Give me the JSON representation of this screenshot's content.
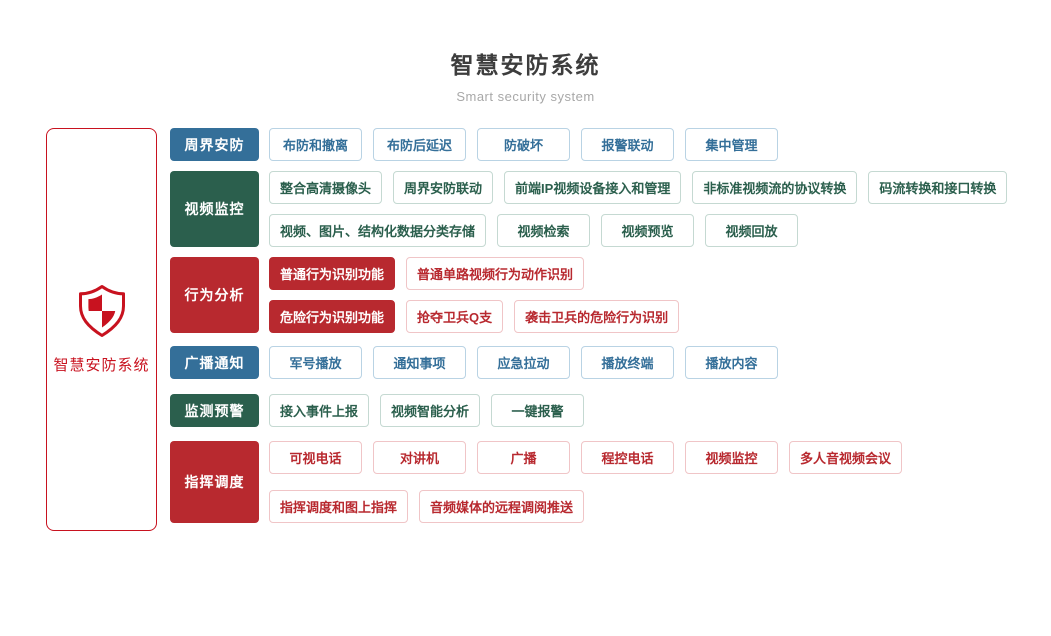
{
  "header": {
    "title": "智慧安防系统",
    "subtitle": "Smart security system"
  },
  "root": {
    "label": "智慧安防系统",
    "icon": "shield-icon"
  },
  "colors": {
    "blue": "#346f99",
    "green": "#2b5f4d",
    "red": "#b8292f",
    "blue_border": "#b9d3e4",
    "green_border": "#c5d9d2",
    "red_border": "#f0c5c7",
    "root": "#c8121f"
  },
  "categories": [
    {
      "label": "周界安防",
      "color": "blue",
      "rows": [
        [
          {
            "label": "布防和撤离",
            "variant": "outline"
          },
          {
            "label": "布防后延迟",
            "variant": "outline"
          },
          {
            "label": "防破坏",
            "variant": "outline"
          },
          {
            "label": "报警联动",
            "variant": "outline"
          },
          {
            "label": "集中管理",
            "variant": "outline"
          }
        ]
      ]
    },
    {
      "label": "视频监控",
      "color": "green",
      "rows": [
        [
          {
            "label": "整合高清摄像头",
            "variant": "outline"
          },
          {
            "label": "周界安防联动",
            "variant": "outline"
          },
          {
            "label": "前端IP视频设备接入和管理",
            "variant": "outline"
          },
          {
            "label": "非标准视频流的协议转换",
            "variant": "outline"
          },
          {
            "label": "码流转换和接口转换",
            "variant": "outline"
          }
        ],
        [
          {
            "label": "视频、图片、结构化数据分类存储",
            "variant": "outline"
          },
          {
            "label": "视频检索",
            "variant": "outline"
          },
          {
            "label": "视频预览",
            "variant": "outline"
          },
          {
            "label": "视频回放",
            "variant": "outline"
          }
        ]
      ]
    },
    {
      "label": "行为分析",
      "color": "red",
      "rows": [
        [
          {
            "label": "普通行为识别功能",
            "variant": "filled"
          },
          {
            "label": "普通单路视频行为动作识别",
            "variant": "outline"
          }
        ],
        [
          {
            "label": "危险行为识别功能",
            "variant": "filled"
          },
          {
            "label": "抢夺卫兵Q支",
            "variant": "outline"
          },
          {
            "label": "袭击卫兵的危险行为识别",
            "variant": "outline"
          }
        ]
      ]
    },
    {
      "label": "广播通知",
      "color": "blue",
      "rows": [
        [
          {
            "label": "军号播放",
            "variant": "outline"
          },
          {
            "label": "通知事项",
            "variant": "outline"
          },
          {
            "label": "应急拉动",
            "variant": "outline"
          },
          {
            "label": "播放终端",
            "variant": "outline"
          },
          {
            "label": "播放内容",
            "variant": "outline"
          }
        ]
      ]
    },
    {
      "label": "监测预警",
      "color": "green",
      "rows": [
        [
          {
            "label": "接入事件上报",
            "variant": "outline"
          },
          {
            "label": "视频智能分析",
            "variant": "outline"
          },
          {
            "label": "一键报警",
            "variant": "outline"
          }
        ]
      ]
    },
    {
      "label": "指挥调度",
      "color": "red",
      "rows": [
        [
          {
            "label": "可视电话",
            "variant": "outline"
          },
          {
            "label": "对讲机",
            "variant": "outline"
          },
          {
            "label": "广播",
            "variant": "outline"
          },
          {
            "label": "程控电话",
            "variant": "outline"
          },
          {
            "label": "视频监控",
            "variant": "outline"
          },
          {
            "label": "多人音视频会议",
            "variant": "outline"
          }
        ],
        [
          {
            "label": "指挥调度和图上指挥",
            "variant": "outline"
          },
          {
            "label": "音频媒体的远程调阅推送",
            "variant": "outline"
          }
        ]
      ]
    }
  ]
}
